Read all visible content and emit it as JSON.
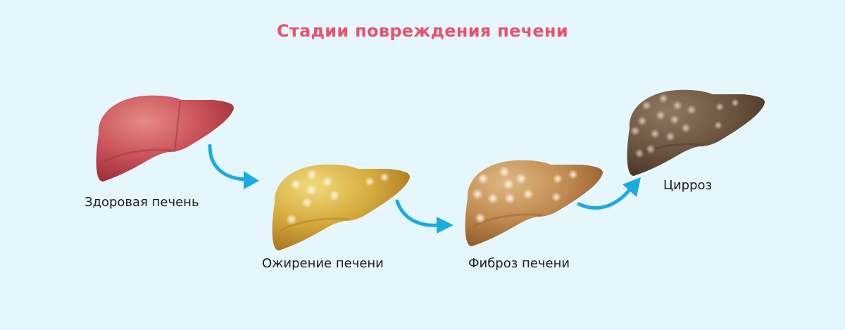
{
  "title": "Стадии повреждения печени",
  "colors": {
    "background": "#e6f6fd",
    "title": "#e8526e",
    "arrow": "#1aace0",
    "label": "#1e1e1e"
  },
  "stages": [
    {
      "label": "Здоровая печень",
      "color": "#c9535a",
      "highlight": "#e07a78",
      "shade": "#a3343b"
    },
    {
      "label": "Ожирение печени",
      "color": "#d4aa3c",
      "highlight": "#ecd06a",
      "shade": "#b37d22"
    },
    {
      "label": "Фиброз печени",
      "color": "#c08a50",
      "highlight": "#dcb07a",
      "shade": "#9a6530"
    },
    {
      "label": "Цирроз",
      "color": "#6e5642",
      "highlight": "#8a735d",
      "shade": "#4f3b2b"
    }
  ]
}
